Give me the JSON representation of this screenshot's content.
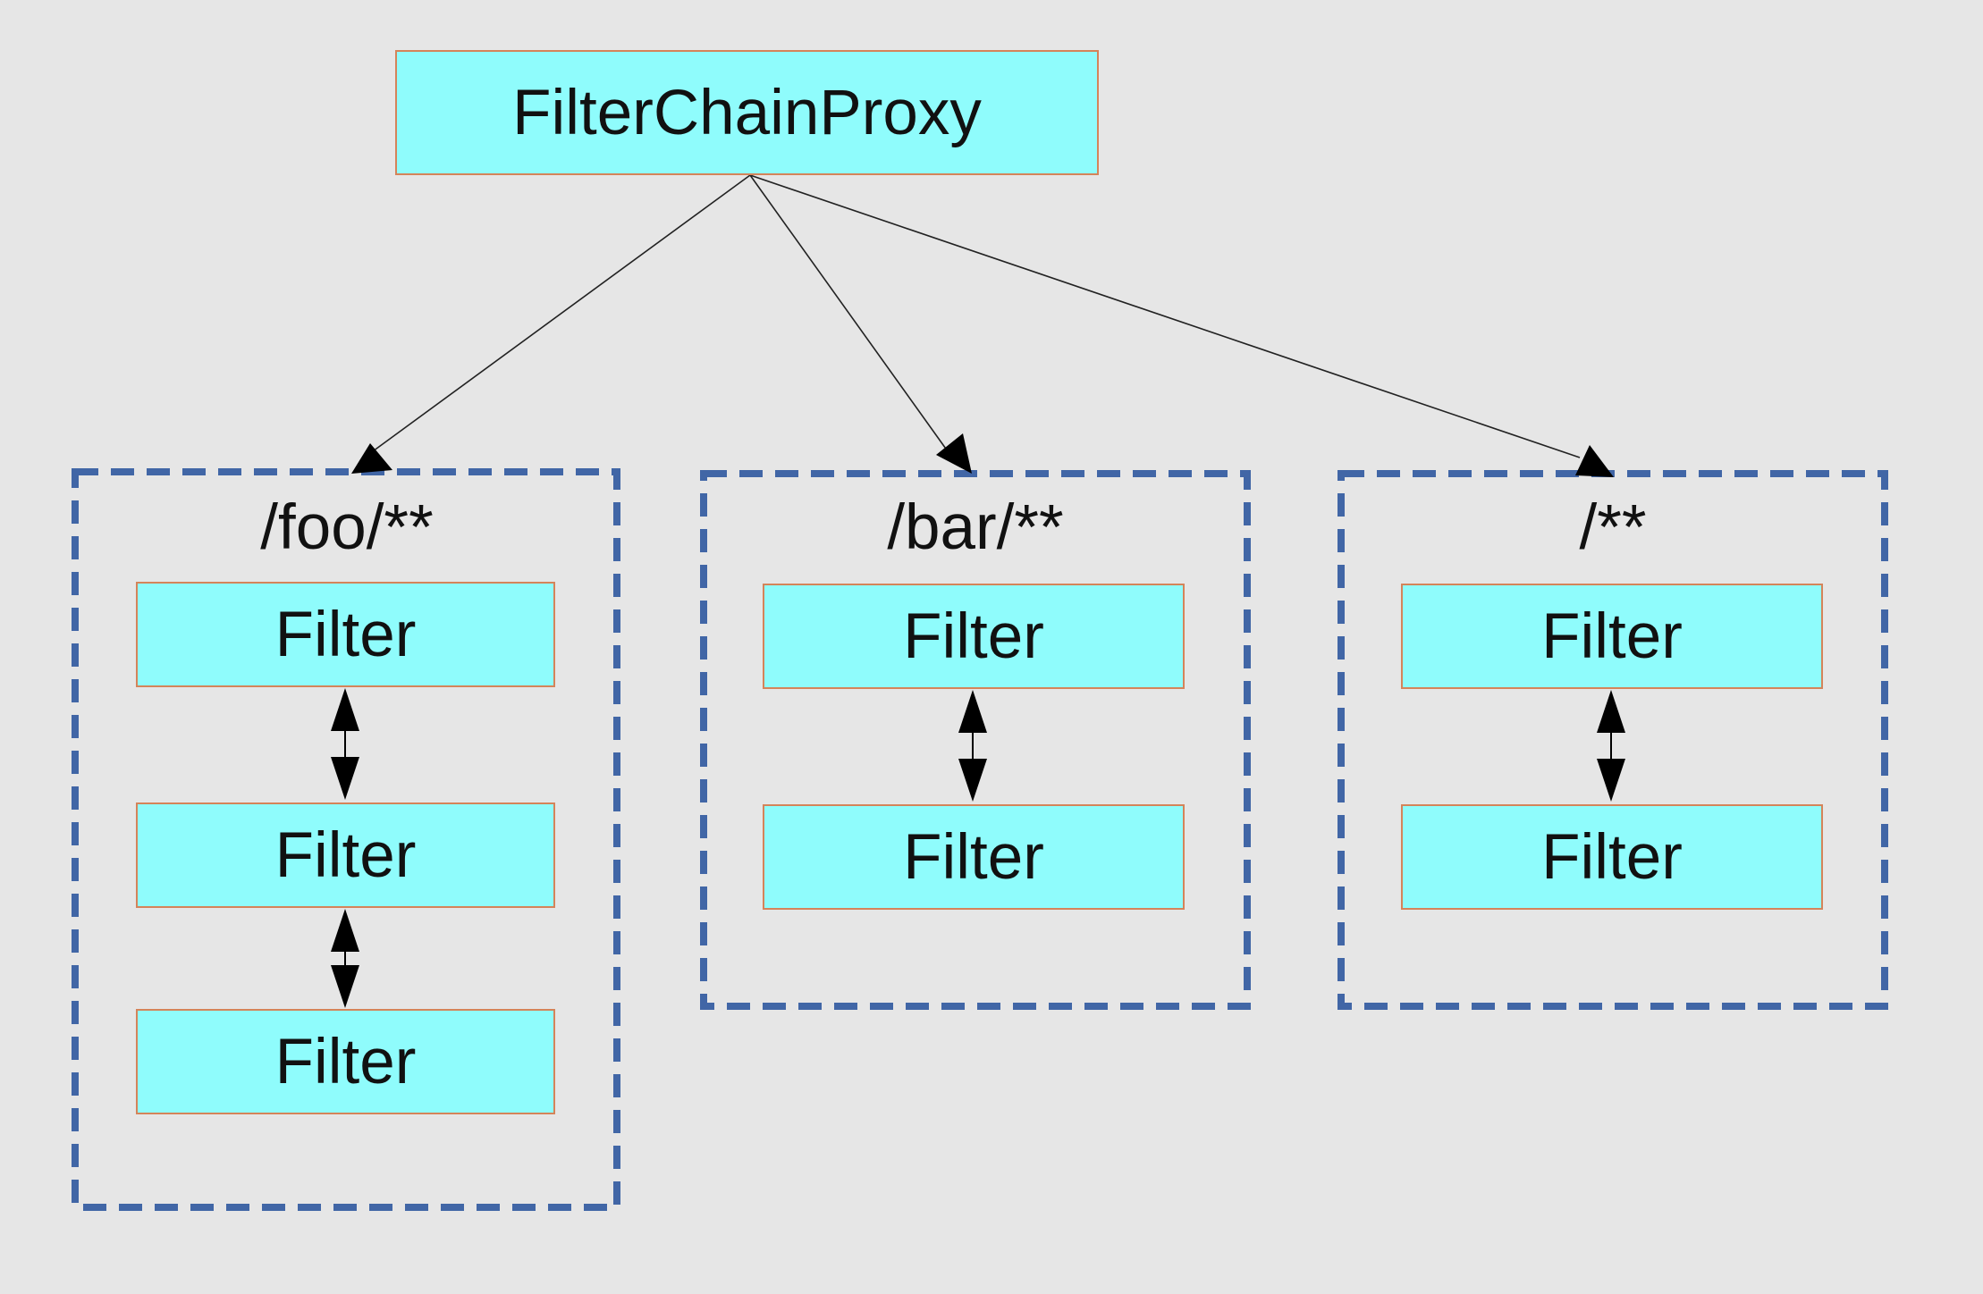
{
  "diagram": {
    "root": {
      "label": "FilterChainProxy"
    },
    "groups": [
      {
        "pattern": "/foo/**",
        "filters": [
          "Filter",
          "Filter",
          "Filter"
        ]
      },
      {
        "pattern": "/bar/**",
        "filters": [
          "Filter",
          "Filter"
        ]
      },
      {
        "pattern": "/**",
        "filters": [
          "Filter",
          "Filter"
        ]
      }
    ]
  },
  "colors": {
    "background": "#e6e6e6",
    "node_fill": "#8ffcfc",
    "node_border": "#d4845a",
    "group_border": "#4166a6",
    "text": "#111111",
    "connector": "#222222",
    "arrowhead": "#000000"
  }
}
